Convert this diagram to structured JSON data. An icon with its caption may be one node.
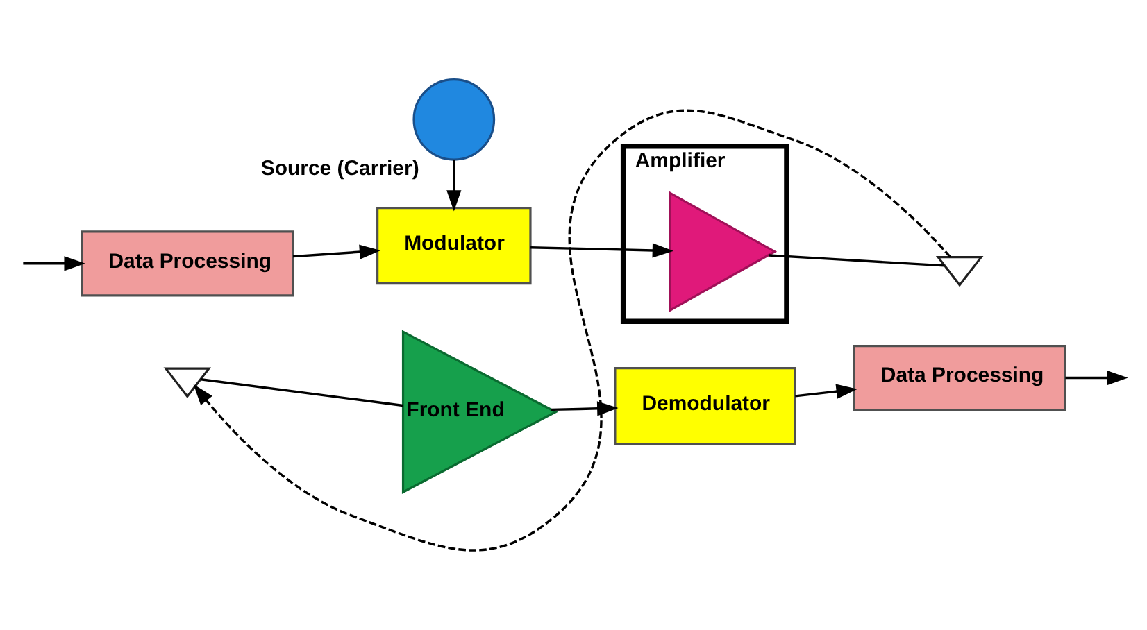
{
  "diagram": {
    "nodes": [
      {
        "text": [],
        "shape": "circle",
        "beside": [
          "Source (Carrier)"
        ]
      },
      {
        "text": [
          "Data Processing"
        ]
      },
      {
        "text": [
          "Modulator"
        ]
      },
      {
        "text": [
          "Amplifier"
        ]
      },
      {
        "text": [],
        "shape": "triangle",
        "in": 3
      },
      {
        "text": [],
        "shape": "antenna"
      },
      {
        "text": [],
        "shape": "antenna"
      },
      {
        "text": [
          "Front End"
        ]
      },
      {
        "text": [
          "Demodulator"
        ]
      },
      {
        "text": [
          "Data Processing"
        ]
      }
    ],
    "edges": [
      {
        "from": null,
        "to": 1,
        "arrow": "to"
      },
      {
        "from": 1,
        "to": 2,
        "arrow": "to"
      },
      {
        "from": 0,
        "to": 2,
        "arrow": "to"
      },
      {
        "from": 2,
        "to": 4,
        "arrow": "to"
      },
      {
        "from": 4,
        "to": 5,
        "arrow": "none"
      },
      {
        "from": 5,
        "to": 6,
        "arrow": "to",
        "style": "dashed"
      },
      {
        "from": 6,
        "to": 7,
        "arrow": "none"
      },
      {
        "from": 7,
        "to": 8,
        "arrow": "to"
      },
      {
        "from": 8,
        "to": 9,
        "arrow": "to"
      },
      {
        "from": 9,
        "to": null,
        "arrow": "to"
      }
    ]
  }
}
